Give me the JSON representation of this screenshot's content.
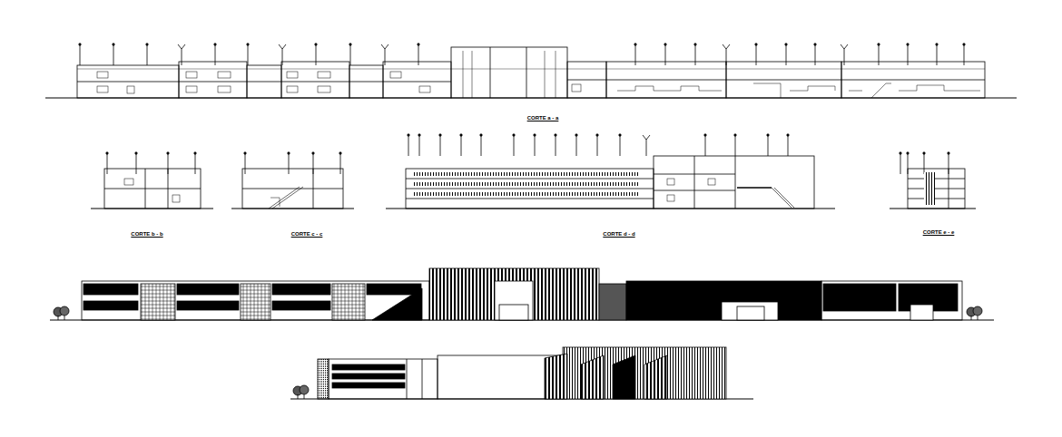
{
  "diagram": {
    "labels": [
      "CORTE a - a",
      "CORTE b - b",
      "CORTE c - c",
      "CORTE d - d",
      "CORTE e - e"
    ]
  }
}
